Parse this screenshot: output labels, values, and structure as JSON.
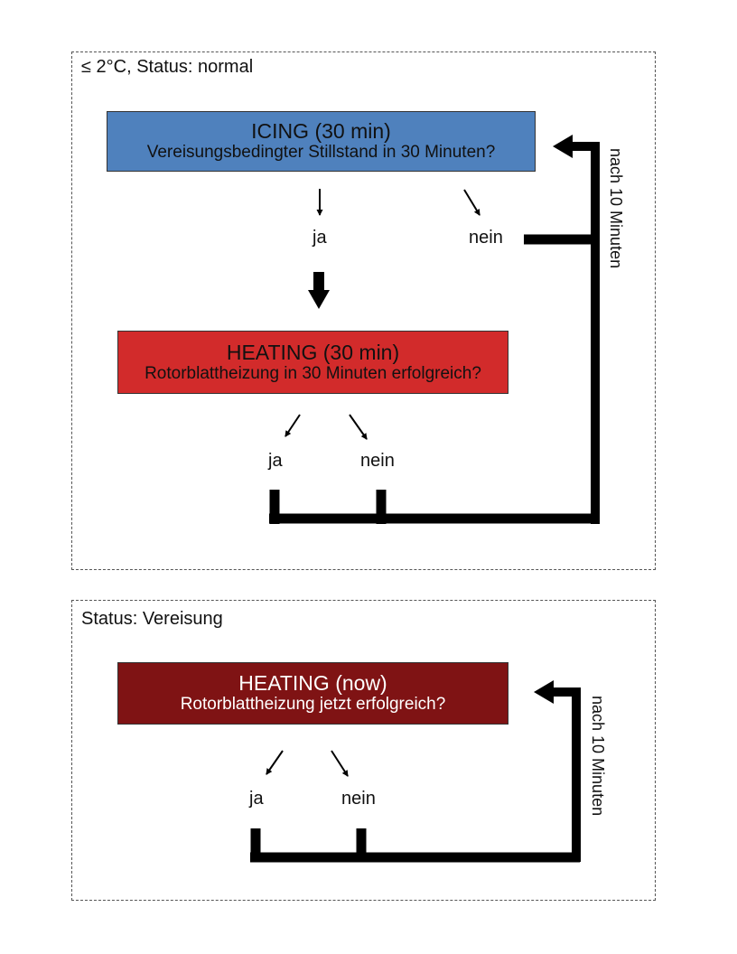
{
  "panel_normal": {
    "title": "≤ 2°C, Status: normal",
    "icing_box": {
      "title": "ICING (30 min)",
      "subtitle": "Vereisungsbedingter Stillstand in 30 Minuten?",
      "color": "#4f81bd"
    },
    "icing_yes": "ja",
    "icing_no": "nein",
    "heating_box": {
      "title": "HEATING (30 min)",
      "subtitle": "Rotorblattheizung in 30 Minuten erfolgreich?",
      "color": "#d22b2b"
    },
    "heating_yes": "ja",
    "heating_no": "nein",
    "loop_label": "nach 10 Minuten"
  },
  "panel_icing": {
    "title": "Status: Vereisung",
    "heating_box": {
      "title": "HEATING (now)",
      "subtitle": "Rotorblattheizung jetzt erfolgreich?",
      "color": "#7f1314"
    },
    "heating_yes": "ja",
    "heating_no": "nein",
    "loop_label": "nach 10 Minuten"
  }
}
